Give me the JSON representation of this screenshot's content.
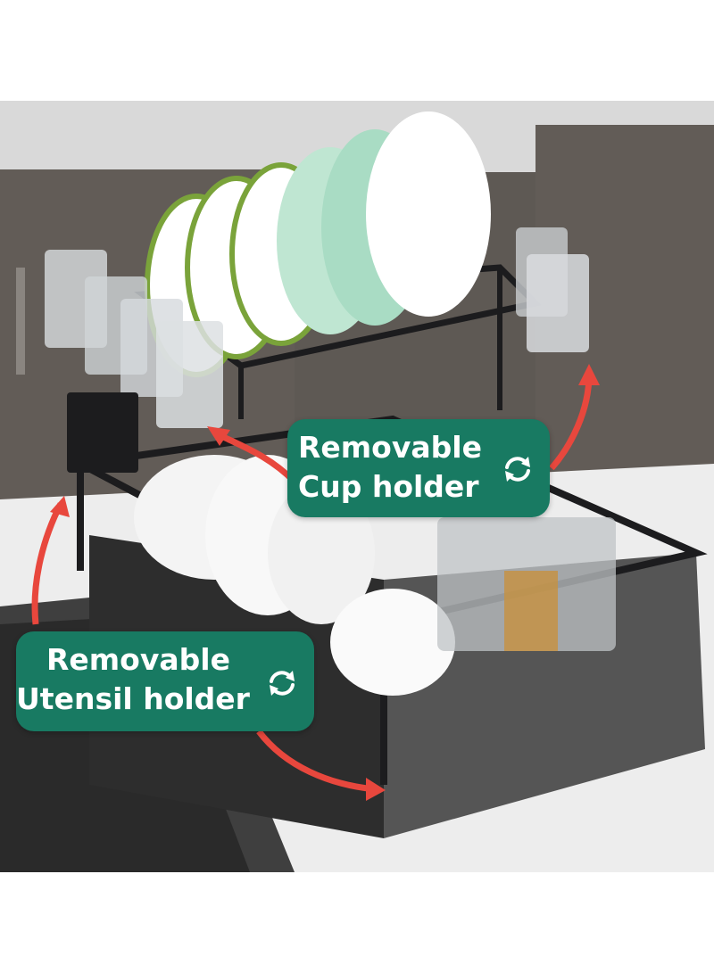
{
  "colors": {
    "callout_bg": "#187a62",
    "arrow": "#e8473d",
    "rack": "#1c1c1e"
  },
  "callouts": {
    "cup": {
      "line1": "Removable",
      "line2": "Cup holder",
      "icon": "sync-icon"
    },
    "utensil": {
      "line1": "Removable",
      "line2": "Utensil holder",
      "icon": "sync-icon"
    }
  }
}
